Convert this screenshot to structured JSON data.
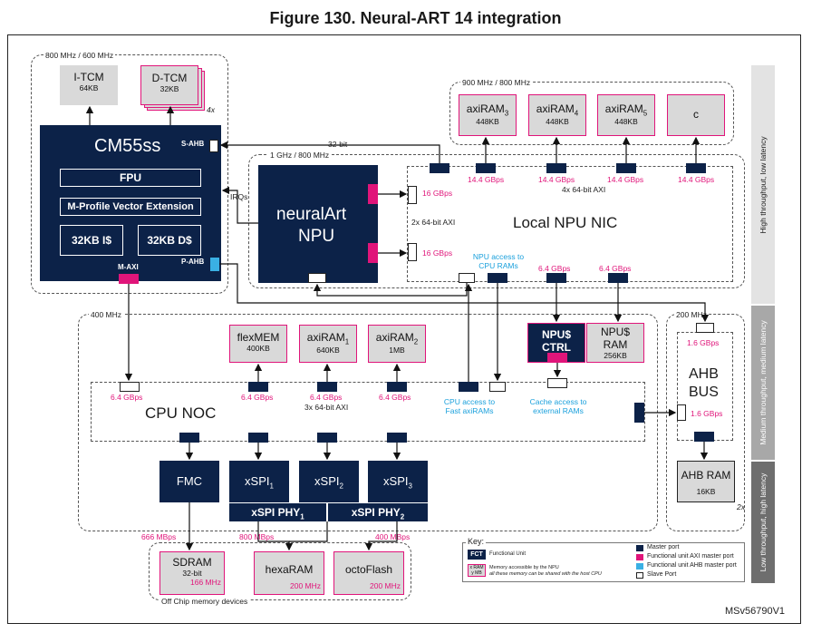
{
  "title": "Figure 130. Neural-ART 14 integration",
  "domains": {
    "cpu_freq": "800 MHz / 600 MHz",
    "axiram_freq": "900 MHz / 800 MHz",
    "npu_freq": "1 GHz / 800 MHz",
    "noc_freq": "400 MHz",
    "ahb_freq": "200 MHz",
    "offchip": "Off Chip memory devices"
  },
  "cpu": {
    "itcm": {
      "name": "I-TCM",
      "size": "64KB"
    },
    "dtcm": {
      "name": "D-TCM",
      "size": "32KB"
    },
    "dtcm_mult": "4x",
    "core": "CM55ss",
    "fpu": "FPU",
    "mve": "M-Profile Vector Extension",
    "icache": "32KB I$",
    "dcache": "32KB D$",
    "s_ahb": "S-AHB",
    "p_ahb": "P-AHB",
    "m_axi": "M-AXI",
    "bus32": "32-bit",
    "irqs": "IRQs"
  },
  "npu": {
    "name1": "neuralArt",
    "name2": "NPU",
    "axi": "2x 64-bit AXI",
    "bw1": "16 GBps",
    "bw2": "16 GBps"
  },
  "nic": {
    "name": "Local NPU NIC",
    "axi": "4x 64-bit AXI",
    "bw": [
      "14.4 GBps",
      "14.4 GBps",
      "14.4 GBps",
      "14.4 GBps"
    ],
    "npu_access": "NPU access to\nCPU RAMs",
    "bw_cache": "6.4 GBps",
    "bw_ram": "6.4 GBps"
  },
  "axirams": [
    {
      "name": "axiRAM",
      "sub": "3",
      "size": "448KB"
    },
    {
      "name": "axiRAM",
      "sub": "4",
      "size": "448KB"
    },
    {
      "name": "axiRAM",
      "sub": "5",
      "size": "448KB"
    },
    {
      "name": "c",
      "sub": "",
      "size": ""
    }
  ],
  "noc": {
    "name": "CPU NOC",
    "axi": "3x 64-bit AXI",
    "bw": [
      "6.4 GBps",
      "6.4 GBps",
      "6.4 GBps",
      "6.4 GBps"
    ],
    "cpu_access": "CPU access to\nFast axiRAMs",
    "cache_access": "Cache access to\nexternal RAMs"
  },
  "noc_mems": [
    {
      "name": "flexMEM",
      "sub": "",
      "size": "400KB"
    },
    {
      "name": "axiRAM",
      "sub": "1",
      "size": "640KB"
    },
    {
      "name": "axiRAM",
      "sub": "2",
      "size": "1MB"
    }
  ],
  "npu_cache": {
    "ctrl1": "NPU$",
    "ctrl2": "CTRL",
    "ram1": "NPU$",
    "ram2": "RAM",
    "size": "256KB"
  },
  "ahb": {
    "name1": "AHB",
    "name2": "BUS",
    "bw1": "1.6 GBps",
    "bw2": "1.6 GBps",
    "ram": "AHB RAM",
    "ram_size": "16KB",
    "mult": "2x"
  },
  "controllers": [
    {
      "name": "FMC",
      "sub": ""
    },
    {
      "name": "xSPI",
      "sub": "1"
    },
    {
      "name": "xSPI",
      "sub": "2"
    },
    {
      "name": "xSPI",
      "sub": "3"
    }
  ],
  "phys": [
    {
      "name": "xSPI PHY",
      "sub": "1"
    },
    {
      "name": "xSPI PHY",
      "sub": "2"
    }
  ],
  "ext_bw": [
    "666 MBps",
    "800 MBps",
    "400 MBps"
  ],
  "ext_mems": [
    {
      "name": "SDRAM",
      "detail": "32-bit",
      "freq": "166 MHz"
    },
    {
      "name": "hexaRAM",
      "detail": "",
      "freq": "200 MHz"
    },
    {
      "name": "octoFlash",
      "detail": "",
      "freq": "200 MHz"
    }
  ],
  "sidebar": {
    "high": "High throughput, low latency",
    "medium": "Medium throughput, medium latency",
    "low": "Low throughput, high latency"
  },
  "key": {
    "title": "Key:",
    "fct": "FCT",
    "fct_label": "Functional Unit",
    "mem_icon": "x RAM\ny MB",
    "mem_label1": "Memory accessible by the NPU",
    "mem_label2": "all these memory can be shared with the host CPU",
    "master": "Master port",
    "axi_master": "Functional unit AXI master port",
    "ahb_master": "Functional unit AHB master port",
    "slave": "Slave Port"
  },
  "ref": "MSv56790V1",
  "colors": {
    "navy": "#0c2248",
    "magenta": "#e0157a",
    "cyan": "#3ab0e4",
    "grey": "#d9d9d9"
  }
}
